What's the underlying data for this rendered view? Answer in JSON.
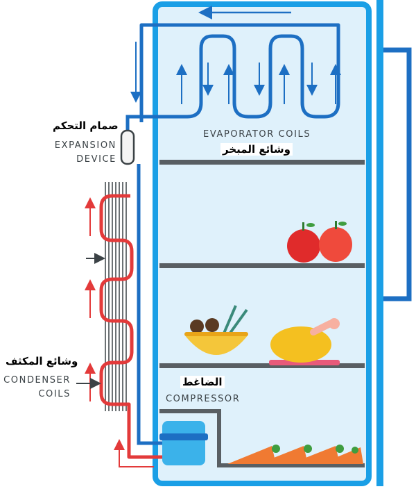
{
  "labels": {
    "expansion_device": "EXPANSION\nDEVICE",
    "expansion_device_ar": "صمام التحكم",
    "evaporator_coils": "EVAPORATOR COILS",
    "evaporator_coils_ar": "وشائع المبخر",
    "condenser_coils": "CONDENSER\nCOILS",
    "condenser_coils_ar": "وشائع المكثف",
    "compressor": "COMPRESSOR",
    "compressor_ar": "الضاغط"
  },
  "colors": {
    "fridge_outline": "#1a9fe6",
    "fridge_interior": "#dff1fb",
    "cold_pipe": "#1d6fc3",
    "hot_pipe": "#e33a3a",
    "shelf": "#595f63",
    "compressor": "#3bb2ea"
  }
}
